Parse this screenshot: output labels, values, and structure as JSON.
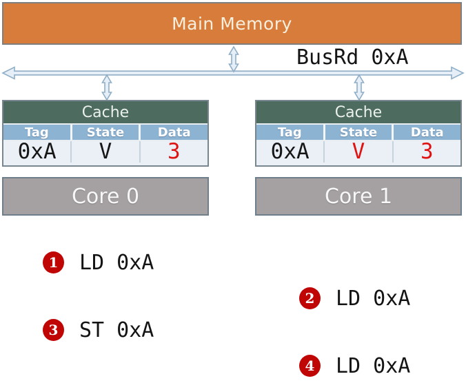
{
  "memory": {
    "label": "Main Memory"
  },
  "bus": {
    "label": "BusRd 0xA"
  },
  "caches": [
    {
      "title": "Cache",
      "columns": [
        "Tag",
        "State",
        "Data"
      ],
      "row": {
        "tag": "0xA",
        "state": "V",
        "data": "3"
      },
      "row_colors": {
        "tag": "#161616",
        "state": "#161616",
        "data": "#e01111"
      }
    },
    {
      "title": "Cache",
      "columns": [
        "Tag",
        "State",
        "Data"
      ],
      "row": {
        "tag": "0xA",
        "state": "V",
        "data": "3"
      },
      "row_colors": {
        "tag": "#161616",
        "state": "#e01111",
        "data": "#e01111"
      }
    }
  ],
  "cores": [
    {
      "label": "Core 0"
    },
    {
      "label": "Core 1"
    }
  ],
  "operations": [
    {
      "num": "1",
      "label": "LD 0xA"
    },
    {
      "num": "2",
      "label": "LD 0xA"
    },
    {
      "num": "3",
      "label": "ST 0xA"
    },
    {
      "num": "4",
      "label": "LD 0xA"
    }
  ],
  "icons": {
    "bus": "horizontal-double-arrow",
    "connectors": "vertical-double-arrow"
  },
  "colors": {
    "memory_fill": "#d87c3b",
    "memory_text": "#f6efdd",
    "cache_header_green": "#4e6b60",
    "table_header_blue": "#8db3d3",
    "table_row_bg": "#eaf0f5",
    "core_fill": "#a5a1a2",
    "bus_stroke": "#8faec6",
    "bus_fill": "#e6eff7",
    "badge_red": "#c00505",
    "value_red": "#e01111"
  }
}
